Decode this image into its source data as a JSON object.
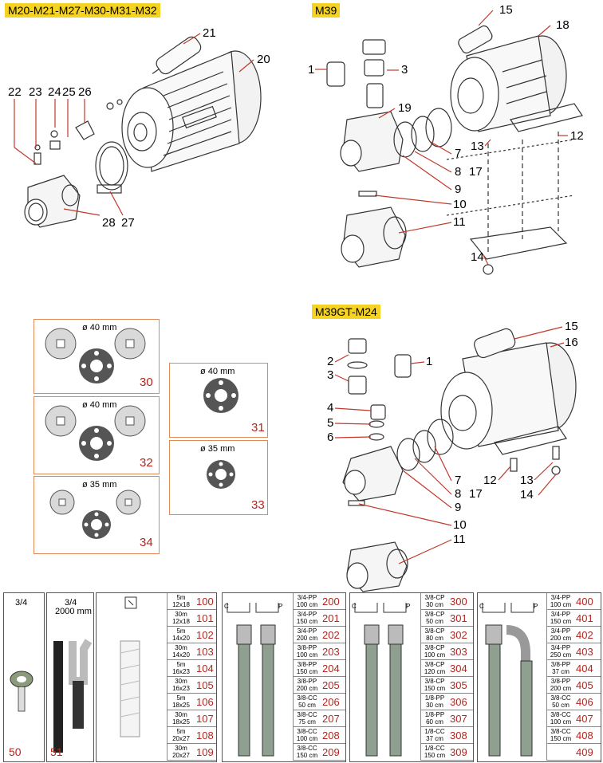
{
  "sections": {
    "m20": {
      "title": "M20-M21-M27-M30-M31-M32",
      "callouts": [
        "21",
        "20",
        "22",
        "23",
        "24",
        "25",
        "26",
        "28",
        "27"
      ]
    },
    "m39": {
      "title": "M39",
      "callouts": [
        "15",
        "18",
        "1",
        "3",
        "19",
        "13",
        "12",
        "7",
        "8",
        "17",
        "9",
        "10",
        "11",
        "14"
      ]
    },
    "m39gt": {
      "title": "M39GT-M24",
      "callouts": [
        "15",
        "16",
        "2",
        "1",
        "3",
        "4",
        "5",
        "6",
        "7",
        "8",
        "17",
        "9",
        "10",
        "11",
        "12",
        "13",
        "14"
      ]
    }
  },
  "flanges": [
    {
      "dimension": "ø 40 mm",
      "number": "30"
    },
    {
      "dimension": "ø 40 mm",
      "number": "31"
    },
    {
      "dimension": "ø 40 mm",
      "number": "32"
    },
    {
      "dimension": "ø 35 mm",
      "number": "33"
    },
    {
      "dimension": "ø 35 mm",
      "number": "34"
    }
  ],
  "accessories": {
    "item50": {
      "size": "3/4",
      "number": "50"
    },
    "item51": {
      "size": "3/4",
      "length": "2000 mm",
      "number": "51"
    },
    "hose_table": [
      {
        "len": "5m",
        "dia": "12x18",
        "num": "100"
      },
      {
        "len": "30m",
        "dia": "12x18",
        "num": "101"
      },
      {
        "len": "5m",
        "dia": "14x20",
        "num": "102"
      },
      {
        "len": "30m",
        "dia": "14x20",
        "num": "103"
      },
      {
        "len": "5m",
        "dia": "16x23",
        "num": "104"
      },
      {
        "len": "30m",
        "dia": "16x23",
        "num": "105"
      },
      {
        "len": "5m",
        "dia": "18x25",
        "num": "106"
      },
      {
        "len": "30m",
        "dia": "18x25",
        "num": "107"
      },
      {
        "len": "5m",
        "dia": "20x27",
        "num": "108"
      },
      {
        "len": "30m",
        "dia": "20x27",
        "num": "109"
      }
    ],
    "table200": [
      {
        "type": "3/4-PP",
        "len": "100 cm",
        "num": "200"
      },
      {
        "type": "3/4-PP",
        "len": "150 cm",
        "num": "201"
      },
      {
        "type": "3/4-PP",
        "len": "200 cm",
        "num": "202"
      },
      {
        "type": "3/8-PP",
        "len": "100 cm",
        "num": "203"
      },
      {
        "type": "3/8-PP",
        "len": "150 cm",
        "num": "204"
      },
      {
        "type": "3/8-PP",
        "len": "200 cm",
        "num": "205"
      },
      {
        "type": "3/8-CC",
        "len": "50 cm",
        "num": "206"
      },
      {
        "type": "3/8-CC",
        "len": "75 cm",
        "num": "207"
      },
      {
        "type": "3/8-CC",
        "len": "100 cm",
        "num": "208"
      },
      {
        "type": "3/8-CC",
        "len": "150 cm",
        "num": "209"
      }
    ],
    "table300": [
      {
        "type": "3/8-CP",
        "len": "30 cm",
        "num": "300"
      },
      {
        "type": "3/8-CP",
        "len": "50 cm",
        "num": "301"
      },
      {
        "type": "3/8-CP",
        "len": "80 cm",
        "num": "302"
      },
      {
        "type": "3/8-CP",
        "len": "100 cm",
        "num": "303"
      },
      {
        "type": "3/8-CP",
        "len": "120 cm",
        "num": "304"
      },
      {
        "type": "3/8-CP",
        "len": "150 cm",
        "num": "305"
      },
      {
        "type": "1/8-PP",
        "len": "30 cm",
        "num": "306"
      },
      {
        "type": "1/8-PP",
        "len": "60 cm",
        "num": "307"
      },
      {
        "type": "1/8-CC",
        "len": "37 cm",
        "num": "308"
      },
      {
        "type": "1/8-CC",
        "len": "150 cm",
        "num": "309"
      }
    ],
    "table400": [
      {
        "type": "3/4-PP",
        "len": "100 cm",
        "num": "400"
      },
      {
        "type": "3/4-PP",
        "len": "150 cm",
        "num": "401"
      },
      {
        "type": "3/4-PP",
        "len": "200 cm",
        "num": "402"
      },
      {
        "type": "3/4-PP",
        "len": "250 cm",
        "num": "403"
      },
      {
        "type": "3/8-PP",
        "len": "37 cm",
        "num": "404"
      },
      {
        "type": "3/8-PP",
        "len": "200 cm",
        "num": "405"
      },
      {
        "type": "3/8-CC",
        "len": "50 cm",
        "num": "406"
      },
      {
        "type": "3/8-CC",
        "len": "100 cm",
        "num": "407"
      },
      {
        "type": "3/8-CC",
        "len": "150 cm",
        "num": "408"
      },
      {
        "type": "",
        "len": "",
        "num": "409"
      }
    ],
    "fitting_labels": {
      "c": "C",
      "p": "P"
    }
  },
  "colors": {
    "accent_red": "#b3261e",
    "tag_yellow": "#f5d322",
    "box_border": "#e08a5a"
  }
}
